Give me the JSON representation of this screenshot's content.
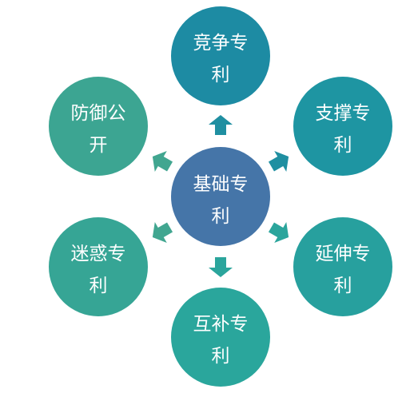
{
  "diagram": {
    "center": {
      "label_line1": "基础专",
      "label_line2": "利",
      "color": "#4575A8"
    },
    "nodes": [
      {
        "id": "competitive",
        "label_line1": "竞争专",
        "label_line2": "利",
        "color": "#1D8BA3"
      },
      {
        "id": "supporting",
        "label_line1": "支撑专",
        "label_line2": "利",
        "color": "#1E95A2"
      },
      {
        "id": "extending",
        "label_line1": "延伸专",
        "label_line2": "利",
        "color": "#27A09E"
      },
      {
        "id": "complementary",
        "label_line1": "互补专",
        "label_line2": "利",
        "color": "#2AA69C"
      },
      {
        "id": "confusing",
        "label_line1": "迷惑专",
        "label_line2": "利",
        "color": "#36A595"
      },
      {
        "id": "defensive",
        "label_line1": "防御公",
        "label_line2": "开",
        "color": "#3CA592"
      }
    ],
    "arrow_colors": [
      "#1F8FA1",
      "#1F8FA1",
      "#2BA59C",
      "#2BA59C",
      "#41A690",
      "#41A690"
    ]
  }
}
